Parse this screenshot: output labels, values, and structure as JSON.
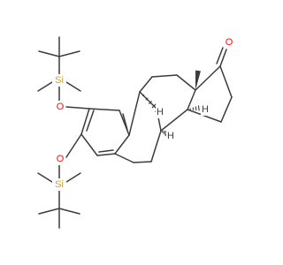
{
  "diagram": {
    "type": "skeletal-structure",
    "atoms": {
      "si_top": "Si",
      "o_top": "O",
      "o_bottom": "O",
      "si_bottom": "Si",
      "o_ketone": "O",
      "h_9": "H",
      "h_8": "H",
      "h_14": "H"
    },
    "colors": {
      "bond": "#3c3c3c",
      "oxygen": "#ff0d0d",
      "silicon": "#c8a032",
      "stereo_h": "#3c3c3c"
    }
  }
}
